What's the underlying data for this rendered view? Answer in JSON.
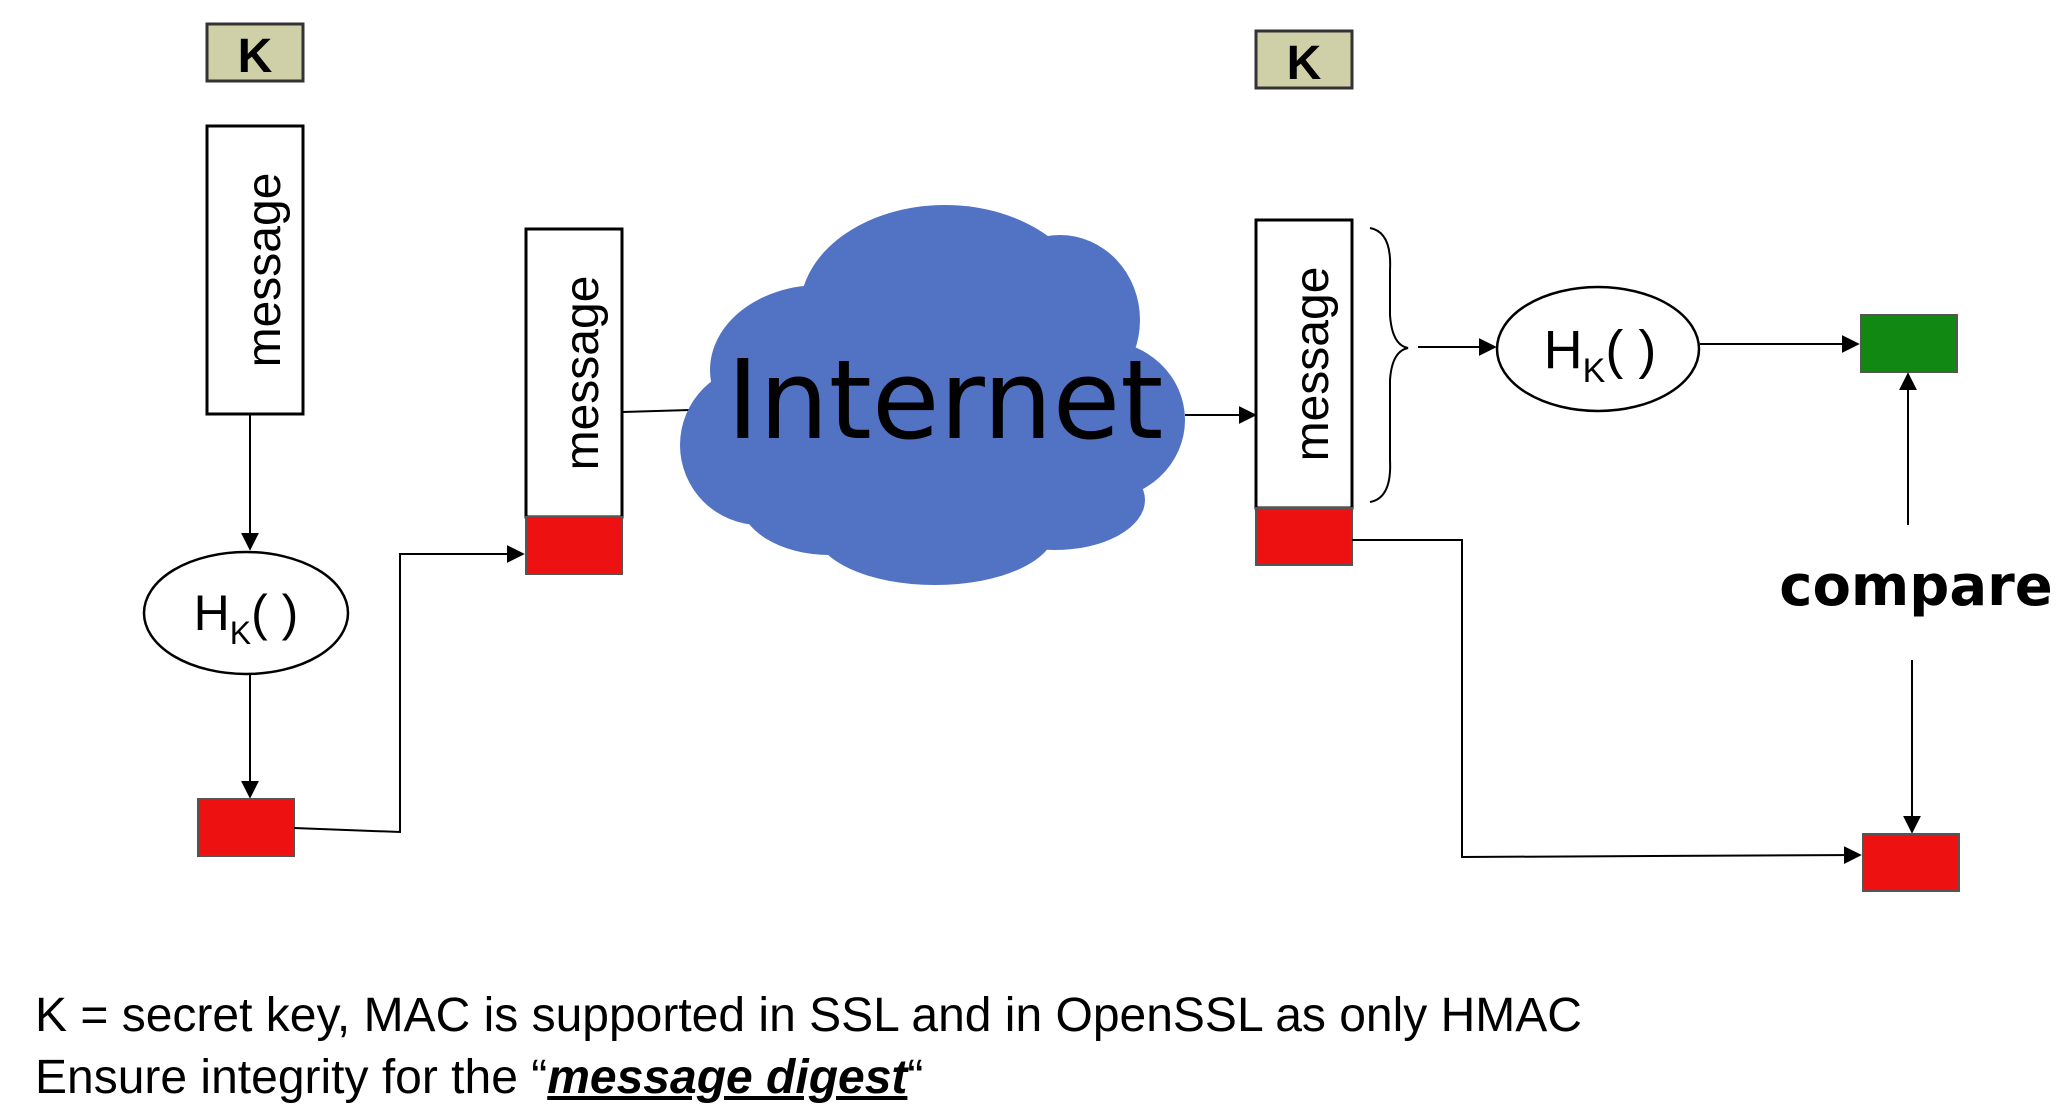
{
  "diagram": {
    "sender": {
      "key_label": "K",
      "message_label": "message",
      "hash_label": {
        "main": "H",
        "sub": "K",
        "parens": "( )"
      }
    },
    "transmitted": {
      "message_label": "message"
    },
    "network": {
      "label": "Internet"
    },
    "receiver": {
      "key_label": "K",
      "message_label": "message",
      "hash_label": {
        "main": "H",
        "sub": "K",
        "parens": "( )"
      },
      "compare_label": "compare"
    }
  },
  "caption": {
    "line1": "K = secret key, MAC is supported in SSL and in OpenSSL as only HMAC",
    "line2_prefix": "Ensure integrity for the “",
    "line2_emphasis": "message digest",
    "line2_suffix": "“"
  },
  "colors": {
    "key_box": "#cfd0a8",
    "digest_red": "#ee1111",
    "digest_green": "#118811",
    "cloud_blue": "#5272c4"
  }
}
